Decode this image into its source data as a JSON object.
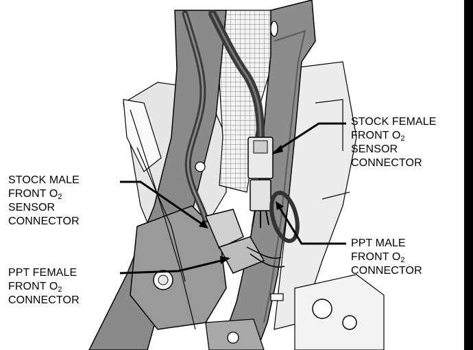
{
  "callouts": [
    {
      "id": "stock-female",
      "lines": [
        "STOCK FEMALE",
        "FRONT O",
        "SENSOR",
        "CONNECTOR"
      ],
      "sub": "2"
    },
    {
      "id": "stock-male",
      "lines": [
        "STOCK MALE",
        "FRONT O",
        "SENSOR",
        "CONNECTOR"
      ],
      "sub": "2"
    },
    {
      "id": "ppt-male",
      "lines": [
        "PPT MALE",
        "FRONT O",
        "CONNECTOR"
      ],
      "sub": "2"
    },
    {
      "id": "ppt-female",
      "lines": [
        "PPT FEMALE",
        "FRONT O",
        "CONNECTOR"
      ],
      "sub": "2"
    }
  ]
}
